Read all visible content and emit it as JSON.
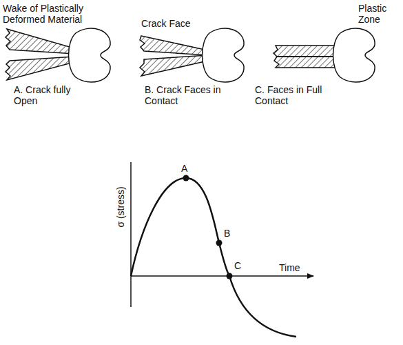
{
  "diagram": {
    "labels": [
      "Wake of Plastically Deformed Material",
      "Crack Face",
      "Plastic Zone",
      "A. Crack fully Open",
      "B. Crack Faces in Contact",
      "C. Faces in Full Contact",
      "σ (stress)",
      "A",
      "B",
      "C",
      "Time"
    ]
  }
}
